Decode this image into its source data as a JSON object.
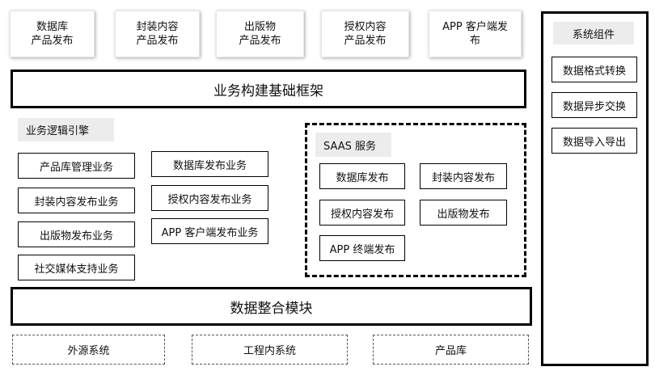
{
  "top_products": [
    "数据库\n产品发布",
    "封装内容\n产品发布",
    "出版物\n产品发布",
    "授权内容\n产品发布",
    "APP 客户端发\n布"
  ],
  "framework_label": "业务构建基础框架",
  "business_logic": {
    "title": "业务逻辑引擎",
    "left_items": [
      "产品库管理业务",
      "封装内容发布业务",
      "出版物发布业务",
      "社交媒体支持业务"
    ],
    "right_items": [
      "数据库发布业务",
      "授权内容发布业务",
      "APP 客户端发布业务"
    ]
  },
  "saas": {
    "title": "SAAS 服务",
    "items": [
      "数据库发布",
      "封装内容发布",
      "授权内容发布",
      "出版物发布",
      "APP 终端发布"
    ]
  },
  "integration_label": "数据整合模块",
  "sources": [
    "外源系统",
    "工程内系统",
    "产品库"
  ],
  "system_components": {
    "title": "系统组件",
    "items": [
      "数据格式转换",
      "数据异步交换",
      "数据导入导出"
    ]
  }
}
